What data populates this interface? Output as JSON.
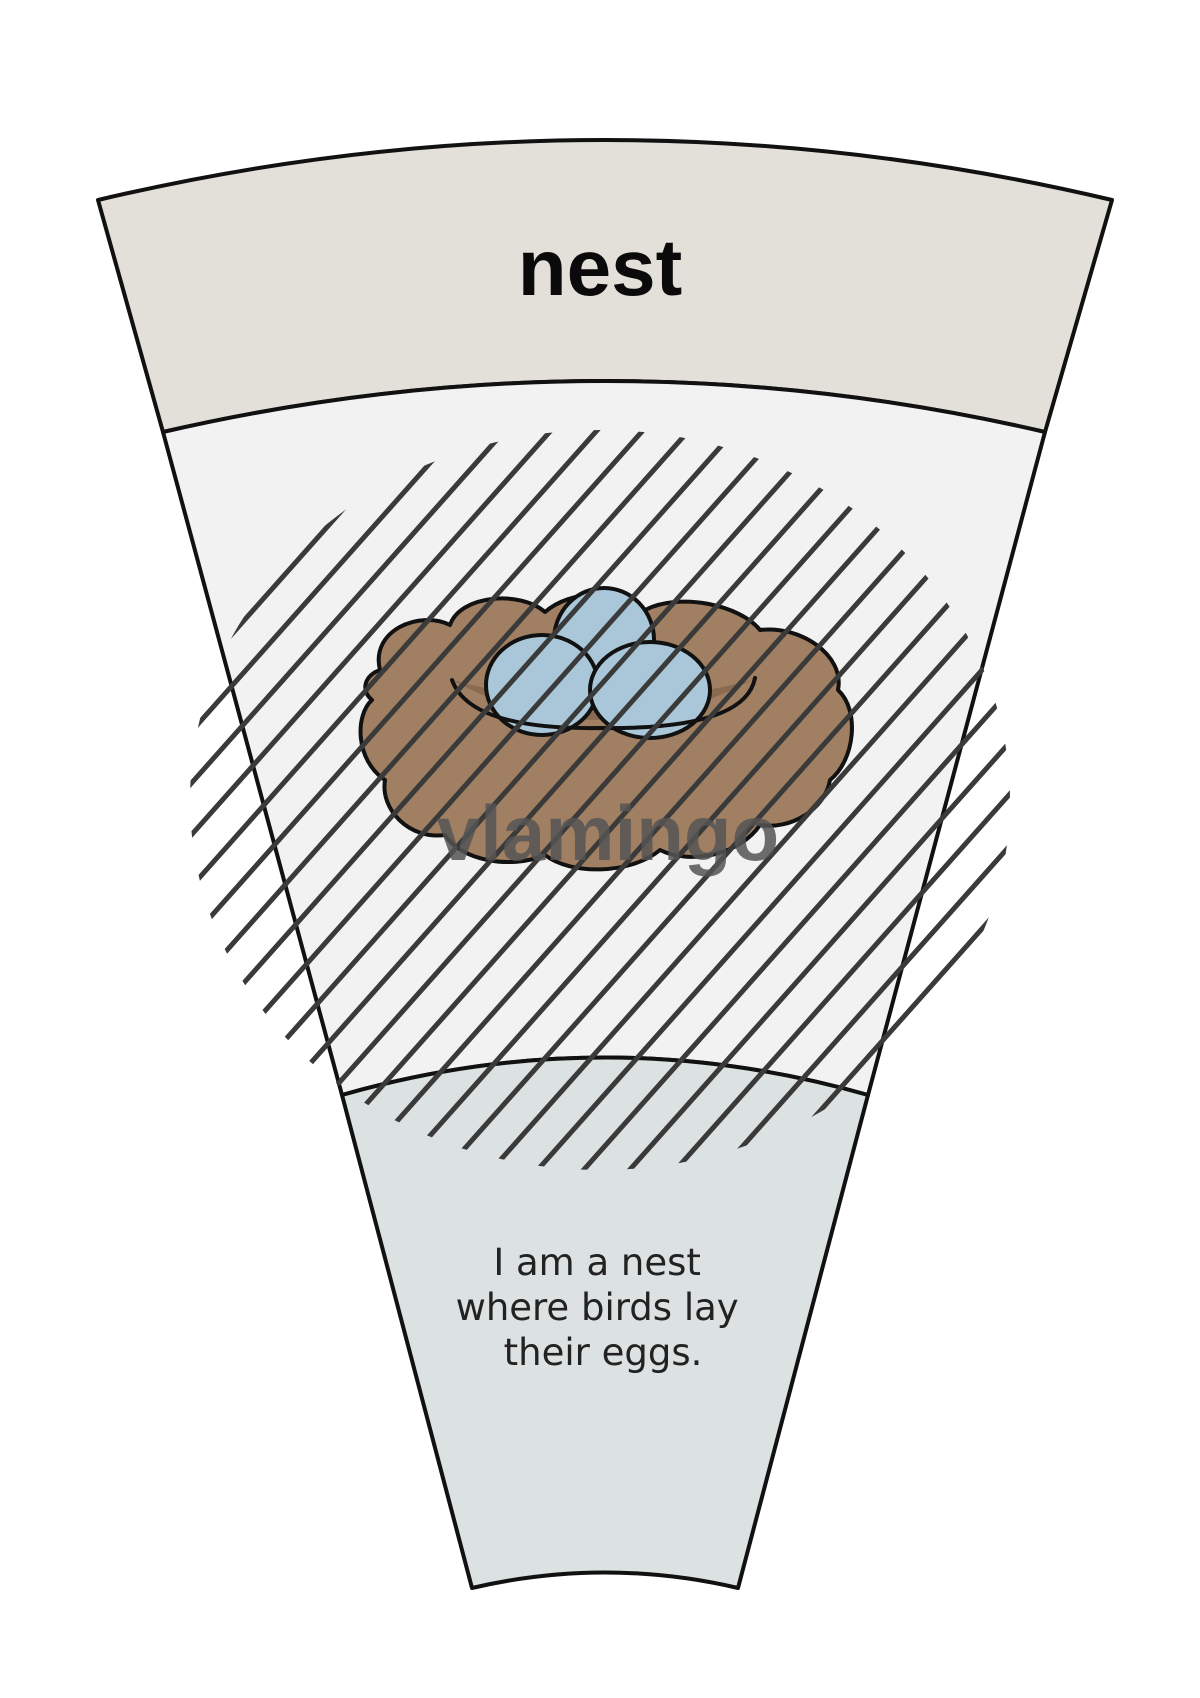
{
  "card": {
    "title": "nest",
    "description_lines": [
      "I am a nest",
      "where birds lay",
      "their eggs."
    ],
    "illustration": "bird-nest-with-eggs"
  },
  "watermark": {
    "text": "vlamingo",
    "pattern": "diagonal-stripes"
  },
  "colors": {
    "header_band": "#E3DFD9",
    "picture_band": "#F2F2F2",
    "text_band": "#DCE1E2",
    "outline": "#111111",
    "nest_brown": "#A07F62",
    "egg_blue": "#A9C7D8",
    "stripe": "#3A3A3A"
  }
}
